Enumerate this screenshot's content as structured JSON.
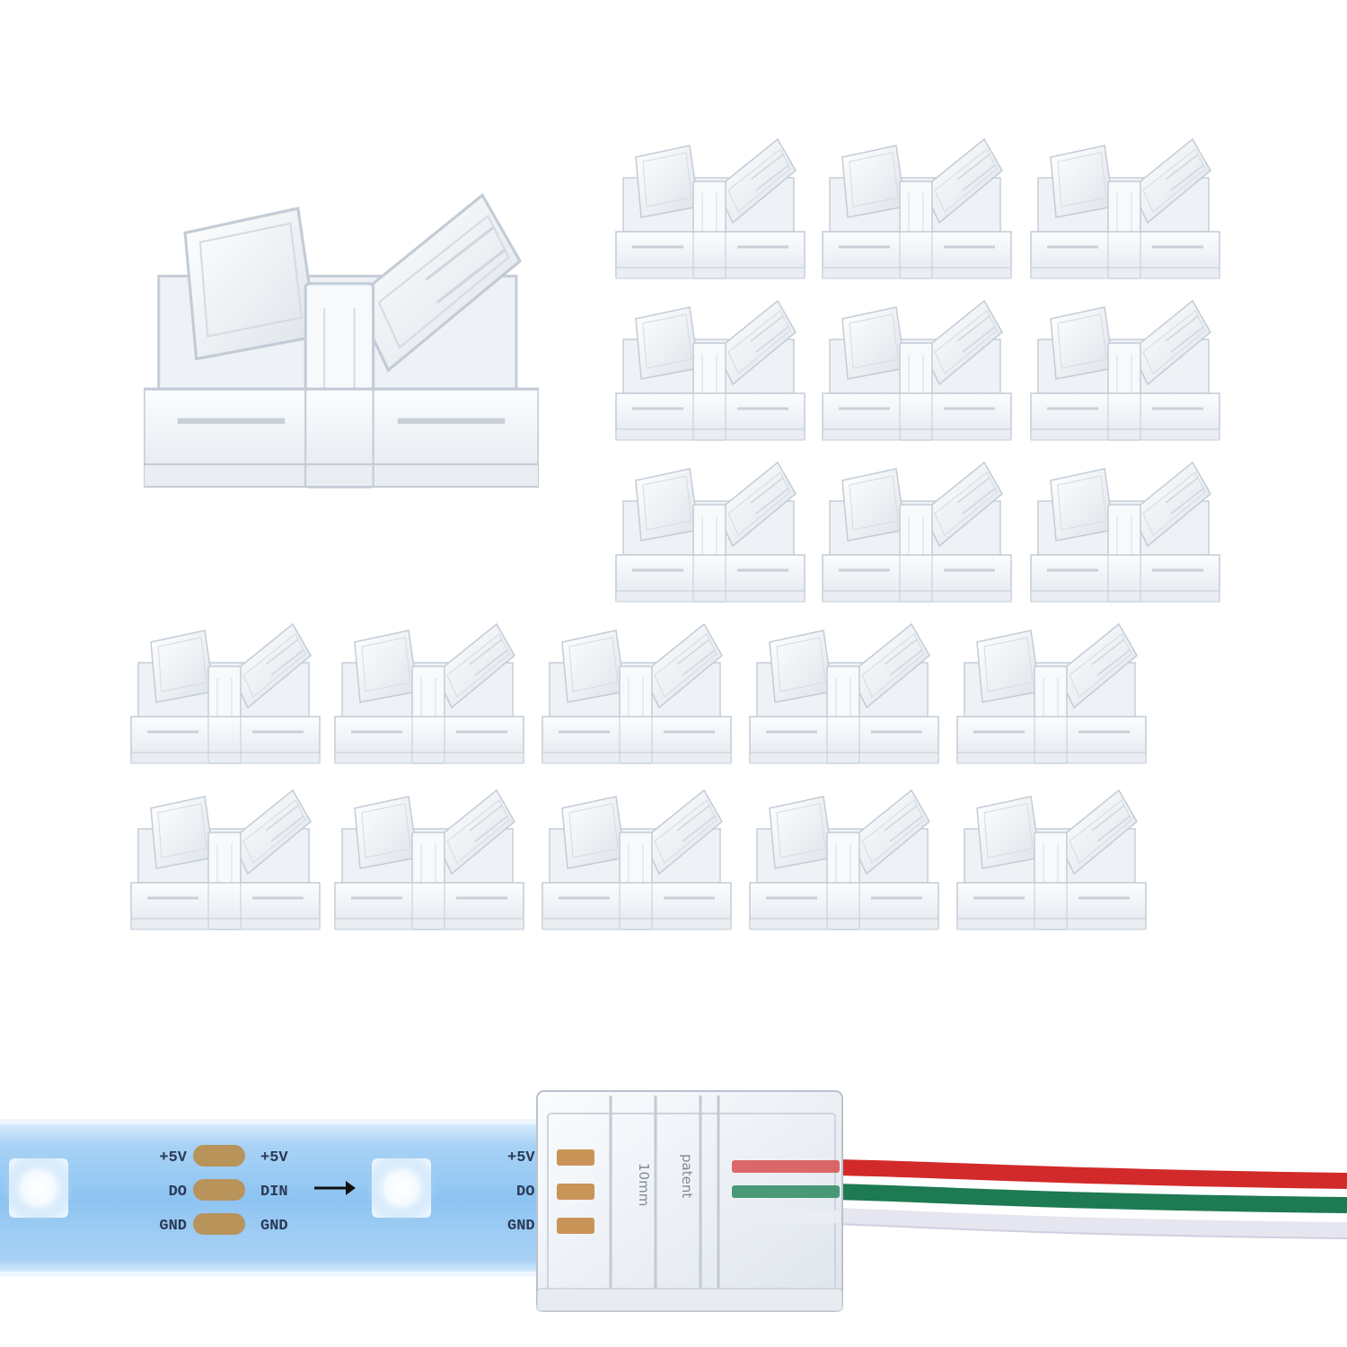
{
  "strip": {
    "left_pads": [
      "+5V",
      "DO",
      "GND"
    ],
    "right_pads": [
      "+5V",
      "DIN",
      "GND"
    ],
    "connector_pads": [
      "+5V",
      "DO",
      "GND"
    ],
    "connector_mark_size": "10mm",
    "connector_mark_patent": "patent"
  },
  "colors": {
    "strip_blue": "#8ec4f2",
    "pad_copper": "#b8935a",
    "wire_red": "#d22a2a",
    "wire_green": "#1e7a52",
    "wire_white": "#e6e6f0"
  }
}
